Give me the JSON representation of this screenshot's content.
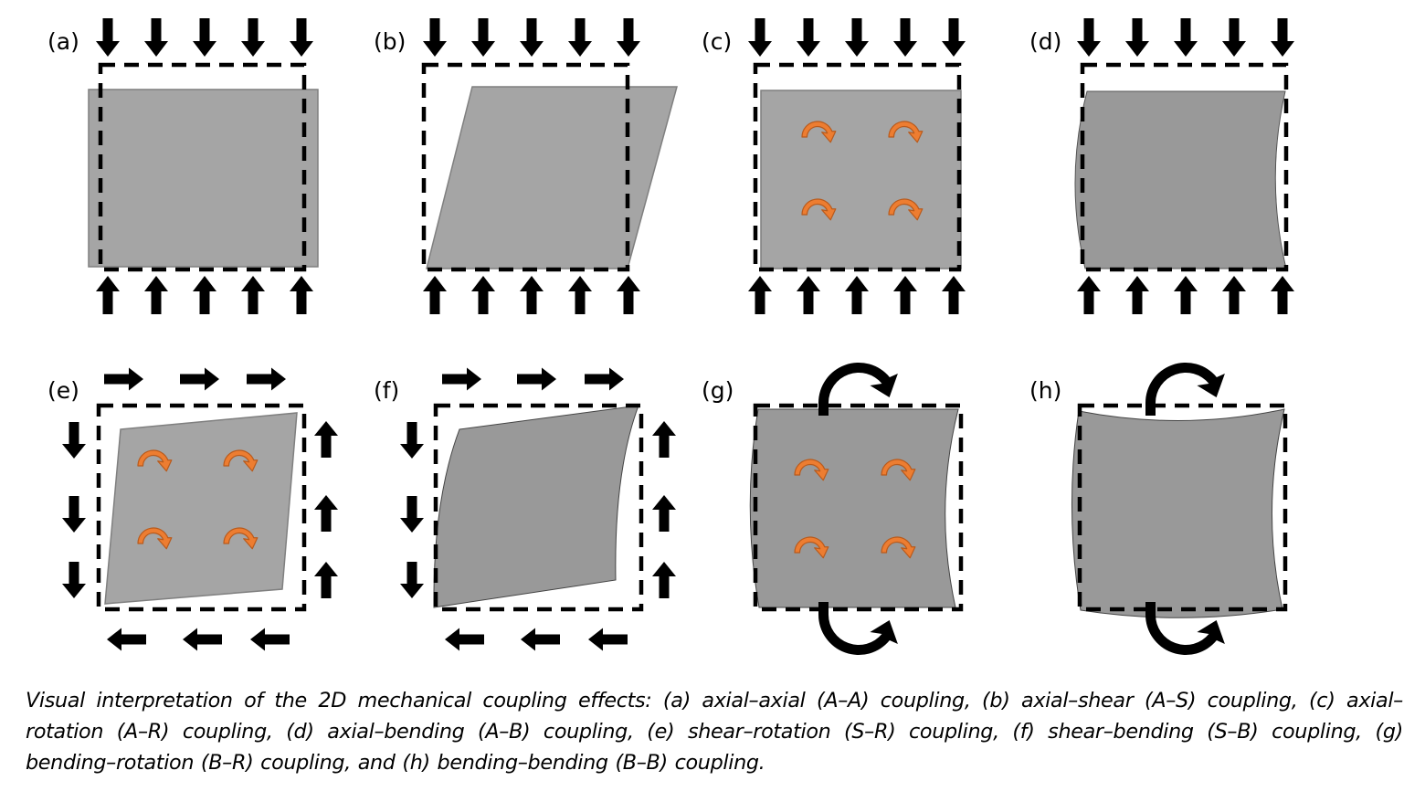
{
  "figure": {
    "colors": {
      "body_fill_light": "#a5a5a5",
      "body_fill_dark": "#999999",
      "body_stroke": "#7f7f7f",
      "rotation_arrow_fill": "#ed7d31",
      "rotation_arrow_stroke": "#b85a1c",
      "load_arrow": "#000000",
      "outline_dash": "#000000"
    },
    "panels": [
      {
        "id": "a",
        "label": "(a)",
        "coupling": "axial–axial (A–A)",
        "deformation": "axial-compression",
        "loads": "axial",
        "internal_rotation": false
      },
      {
        "id": "b",
        "label": "(b)",
        "coupling": "axial–shear (A–S)",
        "deformation": "shear",
        "loads": "axial",
        "internal_rotation": false
      },
      {
        "id": "c",
        "label": "(c)",
        "coupling": "axial–rotation (A–R)",
        "deformation": "axial-rotation",
        "loads": "axial",
        "internal_rotation": true
      },
      {
        "id": "d",
        "label": "(d)",
        "coupling": "axial–bending (A–B)",
        "deformation": "axial-bending",
        "loads": "axial",
        "internal_rotation": false
      },
      {
        "id": "e",
        "label": "(e)",
        "coupling": "shear–rotation (S–R)",
        "deformation": "shear-rotation",
        "loads": "shear",
        "internal_rotation": true
      },
      {
        "id": "f",
        "label": "(f)",
        "coupling": "shear–bending (S–B)",
        "deformation": "shear-bending",
        "loads": "shear",
        "internal_rotation": false
      },
      {
        "id": "g",
        "label": "(g)",
        "coupling": "bending–rotation (B–R)",
        "deformation": "bending-rotation",
        "loads": "moment",
        "internal_rotation": true
      },
      {
        "id": "h",
        "label": "(h)",
        "coupling": "bending–bending (B–B)",
        "deformation": "bending-bending",
        "loads": "moment",
        "internal_rotation": false
      }
    ]
  },
  "caption": "Visual interpretation of the 2D mechanical coupling effects: (a) axial–axial (A–A) coupling, (b) axial–shear (A–S) coupling, (c) axial–rotation (A–R) coupling, (d) axial–bending (A–B) coupling, (e) shear–rotation (S–R) coupling, (f) shear–bending (S–B) coupling, (g) bending–rotation (B–R) coupling, and (h) bending–bending (B–B) coupling."
}
